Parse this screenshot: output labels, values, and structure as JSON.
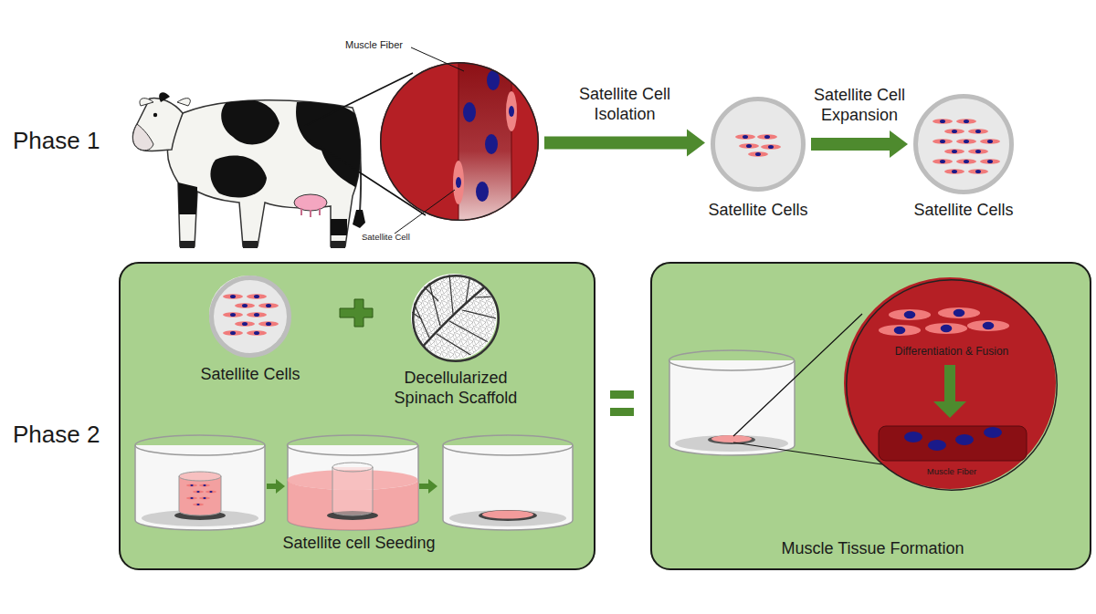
{
  "diagram": {
    "nodes": [
      {
        "text": [
          "Muscle Fiber",
          "Satellite Cell"
        ]
      },
      {
        "text": [
          "Satellite Cells"
        ]
      },
      {
        "text": [
          "Satellite Cells"
        ]
      },
      {
        "text": [
          "Satellite cell Seeding"
        ]
      },
      {
        "text": [
          "Satellite Cells"
        ],
        "in": 3
      },
      {
        "text": [
          "Decellularized Spinach Scaffold"
        ],
        "in": 3
      },
      {
        "text": [
          "Muscle Tissue Formation"
        ]
      },
      {
        "text": [
          "Differentiation & Fusion",
          "Muscle Fiber"
        ],
        "in": 6
      }
    ],
    "edges": [
      {
        "from": 0,
        "to": 1,
        "label": "Satellite Cell Isolation",
        "arrow": "to"
      },
      {
        "from": 1,
        "to": 2,
        "label": "Satellite Cell Expansion",
        "arrow": "to"
      }
    ],
    "labels": [
      "Phase 1",
      "Phase 2"
    ]
  }
}
